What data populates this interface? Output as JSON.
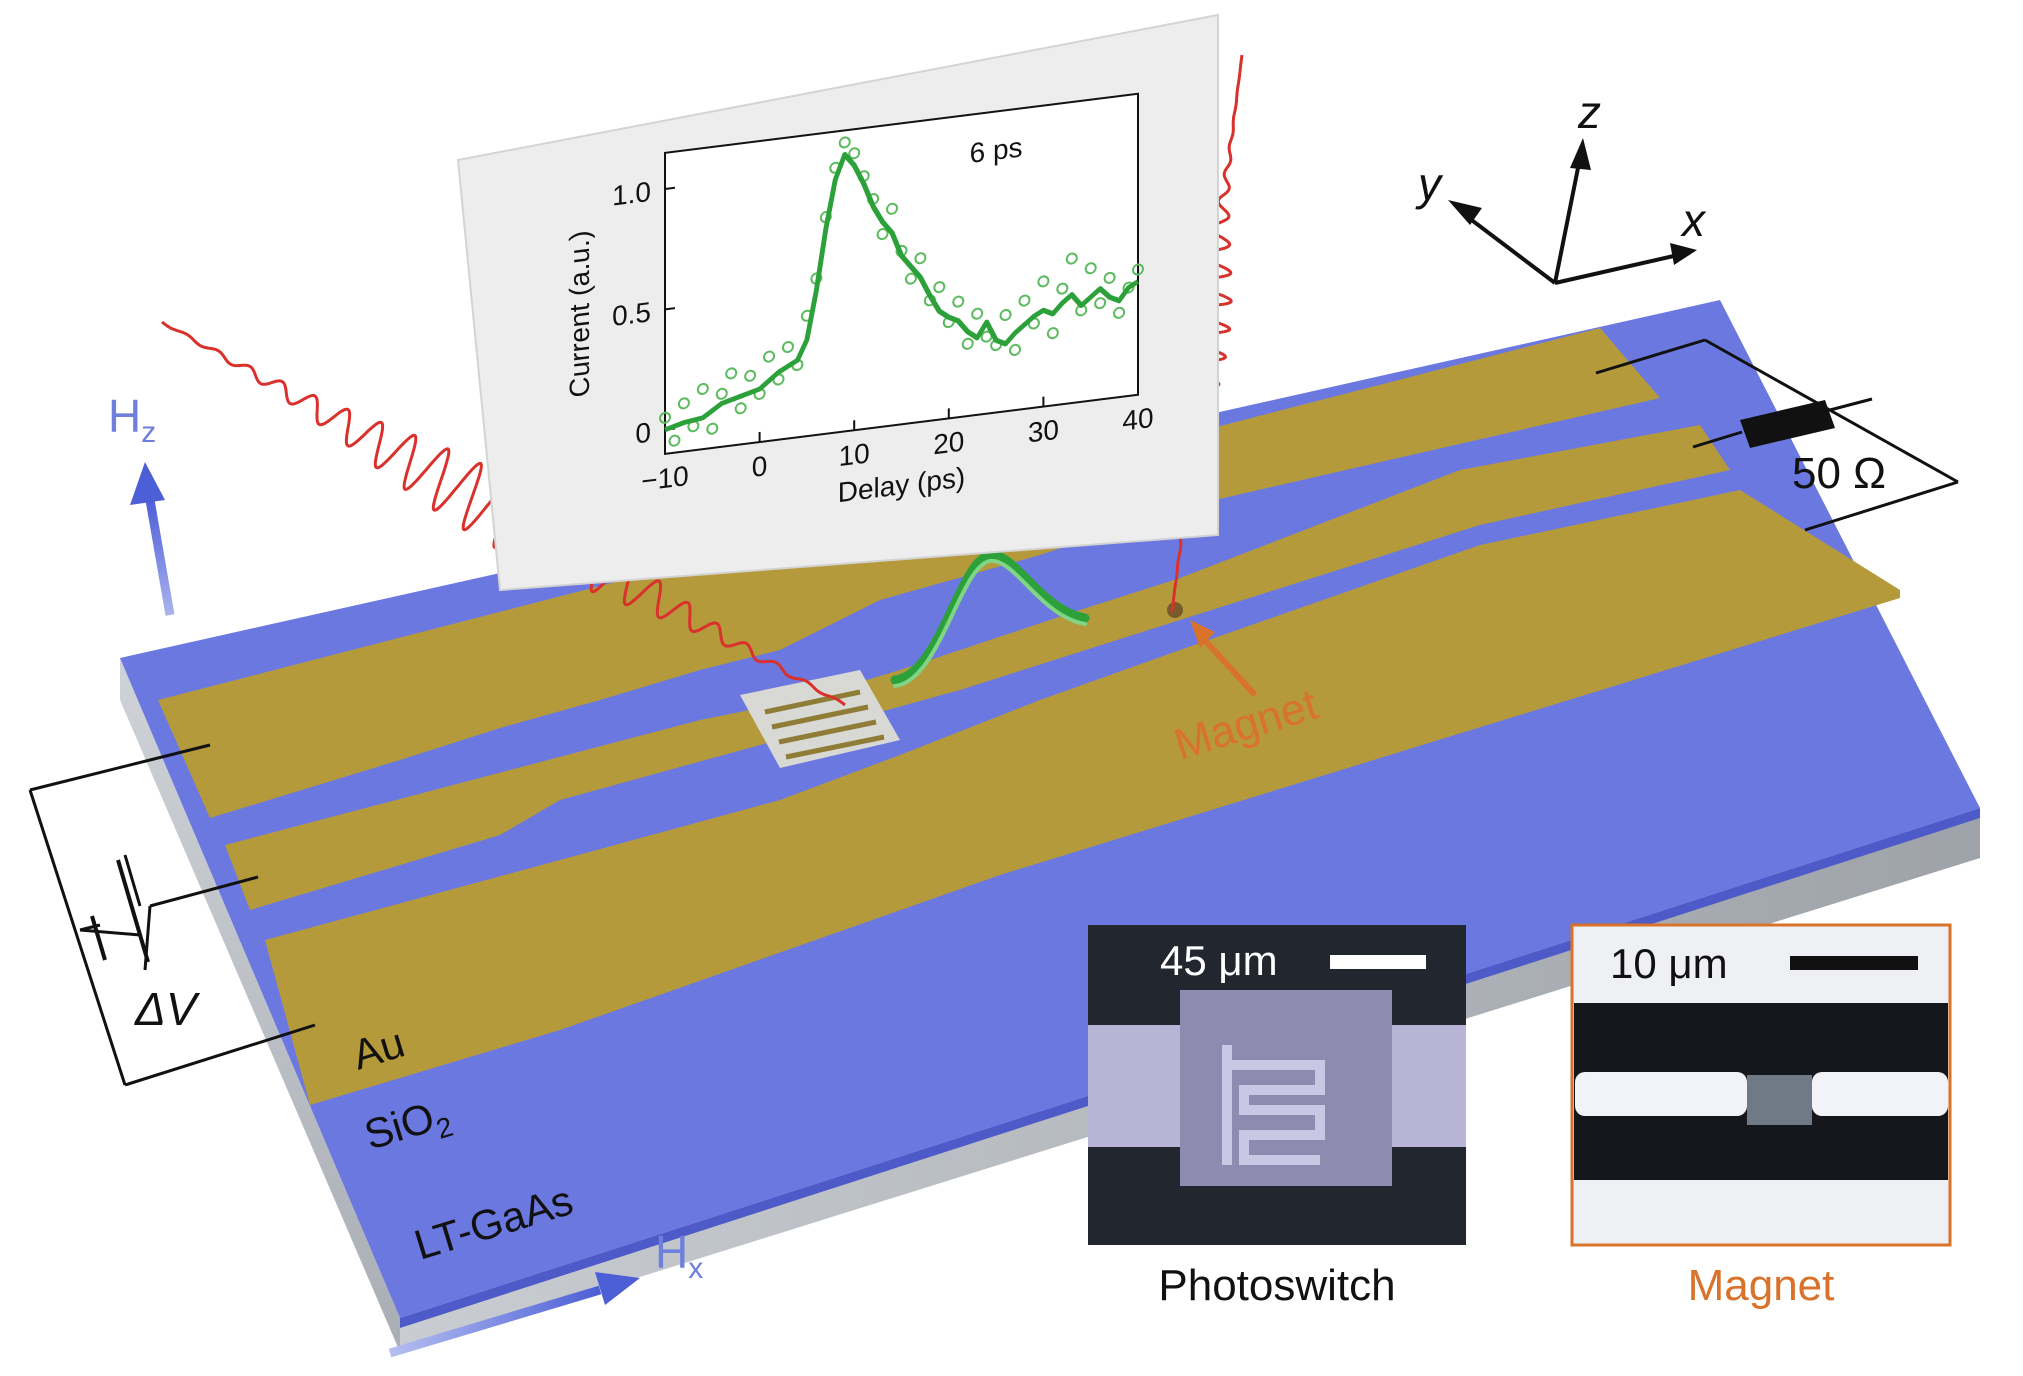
{
  "labels": {
    "hz_main": "H",
    "hz_sub": "z",
    "hx_main": "H",
    "hx_sub": "x",
    "axis_x": "x",
    "axis_y": "y",
    "axis_z": "z",
    "resistor": "50 Ω",
    "delta_v": "ΔV",
    "au": "Au",
    "sio2_main": "SiO",
    "sio2_sub": "2",
    "ltgaas": "LT-GaAs",
    "magnet_arrow": "Magnet"
  },
  "insets": {
    "photoswitch": {
      "scale": "45 μm",
      "caption": "Photoswitch"
    },
    "magnet": {
      "scale": "10 μm",
      "caption": "Magnet"
    }
  },
  "colors": {
    "gold": "#b59a3c",
    "substrate_blue": "#6b78e0",
    "ltgaas_gray": "#b9bec4",
    "laser_red": "#d9312c",
    "pulse_green": "#2ca13a",
    "magnet_orange": "#d9722a",
    "field_arrow_blue": "#6e7fdc"
  },
  "chart_data": {
    "type": "line",
    "title": "",
    "annotation": "6 ps",
    "xlabel": "Delay (ps)",
    "ylabel": "Current (a.u.)",
    "xlim": [
      -10,
      40
    ],
    "ylim": [
      -0.1,
      1.15
    ],
    "xticks": [
      -10,
      0,
      10,
      20,
      30,
      40
    ],
    "xtick_labels": [
      "−10",
      "0",
      "10",
      "20",
      "30",
      "40"
    ],
    "yticks": [
      0,
      0.5,
      1.0
    ],
    "ytick_labels": [
      "0",
      "0.5",
      "1.0"
    ],
    "series": [
      {
        "style": "line",
        "x": [
          -10,
          -8,
          -6,
          -4,
          -2,
          0,
          2,
          3,
          4,
          5,
          6,
          7,
          8,
          9,
          10,
          11,
          12,
          13,
          14,
          15,
          16,
          17,
          18,
          19,
          20,
          21,
          22,
          23,
          24,
          25,
          26,
          27,
          28,
          29,
          30,
          31,
          32,
          33,
          34,
          35,
          36,
          37,
          38,
          39,
          40
        ],
        "y": [
          0,
          0.02,
          0.03,
          0.08,
          0.1,
          0.12,
          0.18,
          0.2,
          0.22,
          0.3,
          0.5,
          0.75,
          0.95,
          1.05,
          1.0,
          0.92,
          0.82,
          0.75,
          0.7,
          0.6,
          0.55,
          0.5,
          0.42,
          0.35,
          0.32,
          0.3,
          0.25,
          0.22,
          0.28,
          0.2,
          0.18,
          0.22,
          0.25,
          0.28,
          0.3,
          0.28,
          0.32,
          0.35,
          0.3,
          0.33,
          0.36,
          0.32,
          0.3,
          0.35,
          0.37
        ]
      },
      {
        "style": "scatter",
        "x": [
          -10,
          -9,
          -8,
          -7,
          -6,
          -5,
          -4,
          -3,
          -2,
          -1,
          0,
          1,
          2,
          3,
          4,
          5,
          6,
          7,
          8,
          9,
          10,
          11,
          12,
          13,
          14,
          15,
          16,
          17,
          18,
          19,
          20,
          21,
          22,
          23,
          24,
          25,
          26,
          27,
          28,
          29,
          30,
          31,
          32,
          33,
          34,
          35,
          36,
          37,
          38,
          39,
          40
        ],
        "y": [
          0.05,
          -0.05,
          0.1,
          0.0,
          0.15,
          -0.02,
          0.12,
          0.2,
          0.05,
          0.18,
          0.1,
          0.25,
          0.15,
          0.28,
          0.2,
          0.4,
          0.55,
          0.8,
          1.0,
          1.1,
          1.05,
          0.95,
          0.85,
          0.7,
          0.8,
          0.62,
          0.5,
          0.58,
          0.4,
          0.45,
          0.3,
          0.38,
          0.2,
          0.32,
          0.22,
          0.18,
          0.3,
          0.15,
          0.35,
          0.25,
          0.42,
          0.2,
          0.38,
          0.5,
          0.28,
          0.45,
          0.3,
          0.4,
          0.25,
          0.35,
          0.42
        ]
      }
    ]
  }
}
